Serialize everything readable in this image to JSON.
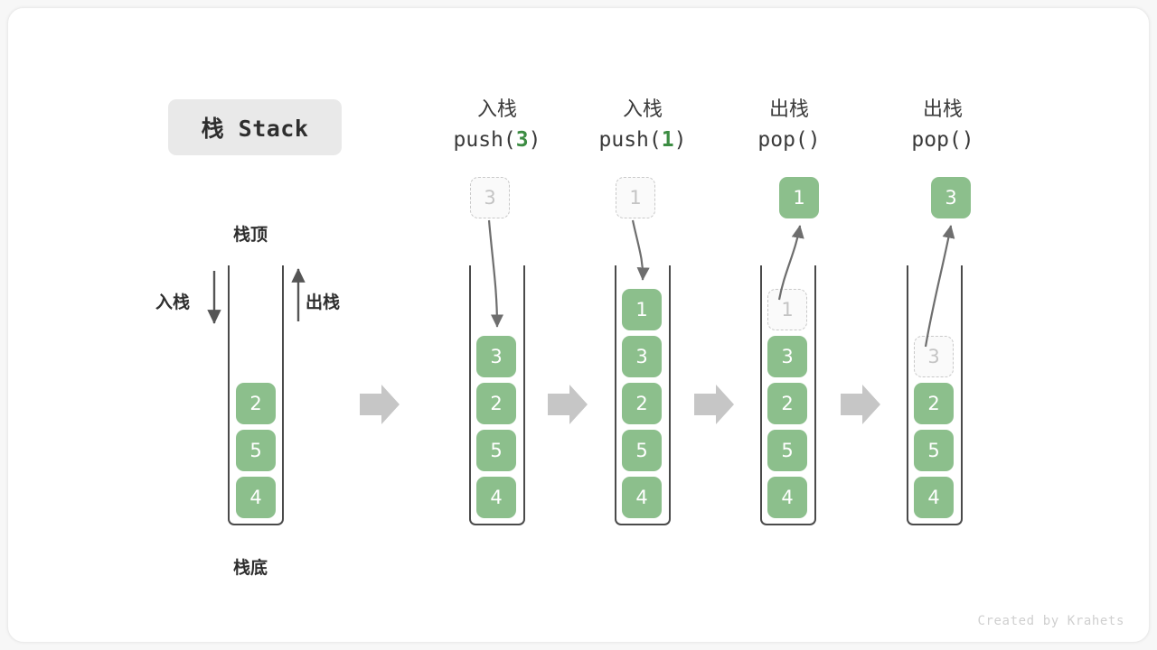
{
  "title": {
    "text": "栈 Stack"
  },
  "labels": {
    "top": "栈顶",
    "bottom": "栈底",
    "push": "入栈",
    "pop": "出栈"
  },
  "footer": {
    "credit": "Created by Krahets"
  },
  "colors": {
    "cell_fill": "#8cbf8c",
    "cell_text": "#ffffff",
    "ghost_border": "#c9c9c9",
    "ghost_text": "#c4c4c4",
    "accent_code": "#3c8c42",
    "container_stroke": "#4a4a4a",
    "arrow_gray": "#6e6e6e",
    "block_arrow": "#c6c6c6",
    "chip_bg": "#e9e9e9"
  },
  "steps": [
    {
      "id": "initial",
      "head_cn": "",
      "head_code": "",
      "stack": [
        "2",
        "5",
        "4"
      ]
    },
    {
      "id": "push-3",
      "head_cn": "入栈",
      "head_code_prefix": "push(",
      "head_code_arg": "3",
      "head_code_suffix": ")",
      "floating": {
        "value": "3",
        "kind": "ghost"
      },
      "stack": [
        "3",
        "2",
        "5",
        "4"
      ]
    },
    {
      "id": "push-1",
      "head_cn": "入栈",
      "head_code_prefix": "push(",
      "head_code_arg": "1",
      "head_code_suffix": ")",
      "floating": {
        "value": "1",
        "kind": "ghost"
      },
      "stack": [
        "1",
        "3",
        "2",
        "5",
        "4"
      ]
    },
    {
      "id": "pop-1",
      "head_cn": "出栈",
      "head_code_prefix": "pop(",
      "head_code_arg": "",
      "head_code_suffix": ")",
      "floating": {
        "value": "1",
        "kind": "filled"
      },
      "stack_ghost_top": "1",
      "stack": [
        "3",
        "2",
        "5",
        "4"
      ]
    },
    {
      "id": "pop-3",
      "head_cn": "出栈",
      "head_code_prefix": "pop(",
      "head_code_arg": "",
      "head_code_suffix": ")",
      "floating": {
        "value": "3",
        "kind": "filled"
      },
      "stack_ghost_top": "3",
      "stack": [
        "2",
        "5",
        "4"
      ]
    }
  ]
}
